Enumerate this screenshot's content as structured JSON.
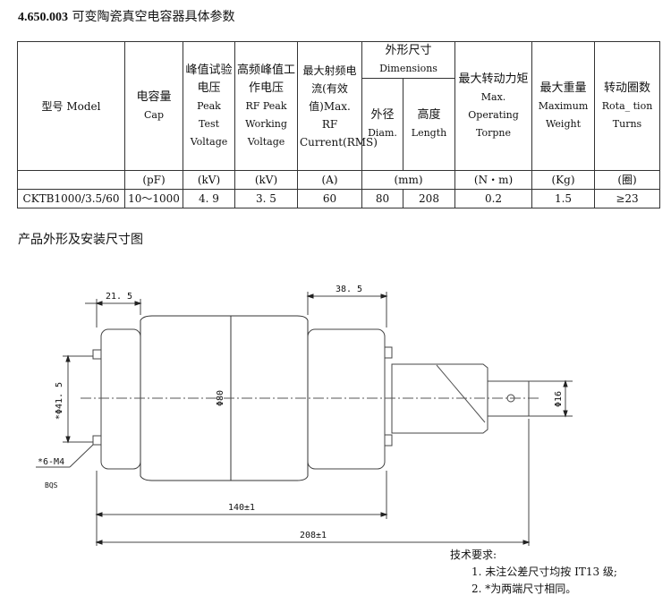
{
  "title": {
    "code": "4.650.003",
    "text": "可变陶瓷真空电容器具体参数"
  },
  "table": {
    "headers": {
      "model": "型号 Model",
      "cap_cn": "电容量",
      "cap_en": "Cap",
      "test_cn": "峰值试验电压",
      "test_en": "Peak Test Voltage",
      "work_cn": "高频峰值工作电压",
      "work_en": "RF Peak Working Voltage",
      "rf_current": "最大射频电流(有效值)Max. RF Current(RMS)",
      "dims_cn": "外形尺寸",
      "dims_en": "Dimensions",
      "diam_cn": "外径",
      "diam_en": "Diam.",
      "len_cn": "高度",
      "len_en": "Length",
      "torque_cn": "最大转动力矩",
      "torque_en": "Max. Operating Torpne",
      "weight_cn": "最大重量",
      "weight_en": "Maximum Weight",
      "turns_cn": "转动圈数",
      "turns_en": "Rota_ tion Turns"
    },
    "units": {
      "cap": "(pF)",
      "test": "(kV)",
      "work": "(kV)",
      "current": "(A)",
      "dims": "(mm)",
      "torque": "(N・m)",
      "weight": "(Kg)",
      "turns": "(圈)"
    },
    "row": {
      "model": "CKTB1000/3.5/60",
      "cap": "10～1000",
      "test": "4. 9",
      "work": "3. 5",
      "current": "60",
      "diam": "80",
      "length": "208",
      "torque": "0.2",
      "weight": "1.5",
      "turns": "≥23"
    }
  },
  "drawing": {
    "title": "产品外形及安装尺寸图",
    "dims": {
      "left_offset": "21. 5",
      "right_offset": "38. 5",
      "body_dia": "Φ80",
      "flange_dia": "*Φ41. 5",
      "shaft_dia": "Φ16",
      "body_len": "140±1",
      "total_len": "208±1",
      "screw": "*6-M4",
      "screw_sub": "BQS"
    }
  },
  "notes": {
    "heading": "技术要求:",
    "items": [
      "1. 未注公差尺寸均按 IT13 级;",
      "2. *为两端尺寸相同。"
    ]
  }
}
